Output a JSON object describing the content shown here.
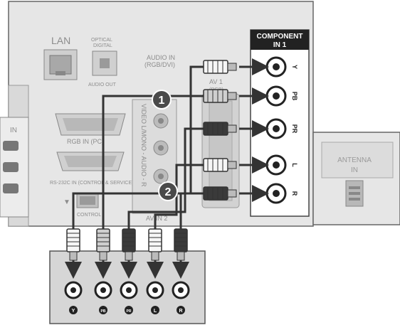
{
  "tv_panel": {
    "lan_label": "LAN",
    "optical_label_line1": "OPTICAL",
    "optical_label_line2": "DIGITAL",
    "audio_out_label": "AUDIO OUT",
    "audio_in_label_line1": "AUDIO IN",
    "audio_in_label_line2": "(RGB/DVI)",
    "av1_label": "AV 1",
    "av1_sub_label": "(RGB)",
    "rgb_in_label": "RGB IN (PC)",
    "rs232c_label": "RS-232C IN (CONTROL & SERVICE)",
    "control_label": "CONTROL",
    "video_strip_label": "VIDEO  L/MONO - AUDIO - R",
    "av_in2_label": "AV IN 2",
    "in_label": "IN",
    "arrow_glyph": "▼"
  },
  "component_panel": {
    "title_line1": "COMPONENT",
    "title_line2": "IN 1",
    "jack_labels": [
      "Y",
      "PB",
      "PR",
      "L",
      "R"
    ]
  },
  "antenna": {
    "label_line1": "ANTENNA",
    "label_line2": "IN"
  },
  "markers": [
    "1",
    "2"
  ],
  "device": {
    "jack_labels": [
      "Y",
      "PB",
      "PR",
      "L",
      "R"
    ]
  },
  "colors": {
    "panel_light": "#e6e6e6",
    "panel_mid": "#c8c8c8",
    "outline": "#555555",
    "cable_dark": "#333333",
    "plug_white": "#f6f6f6",
    "plug_grey": "#cfcfcf",
    "plug_black": "#3a3a3a",
    "marker_fill": "#4a4a4a",
    "label_grey": "#8c8c8c"
  }
}
